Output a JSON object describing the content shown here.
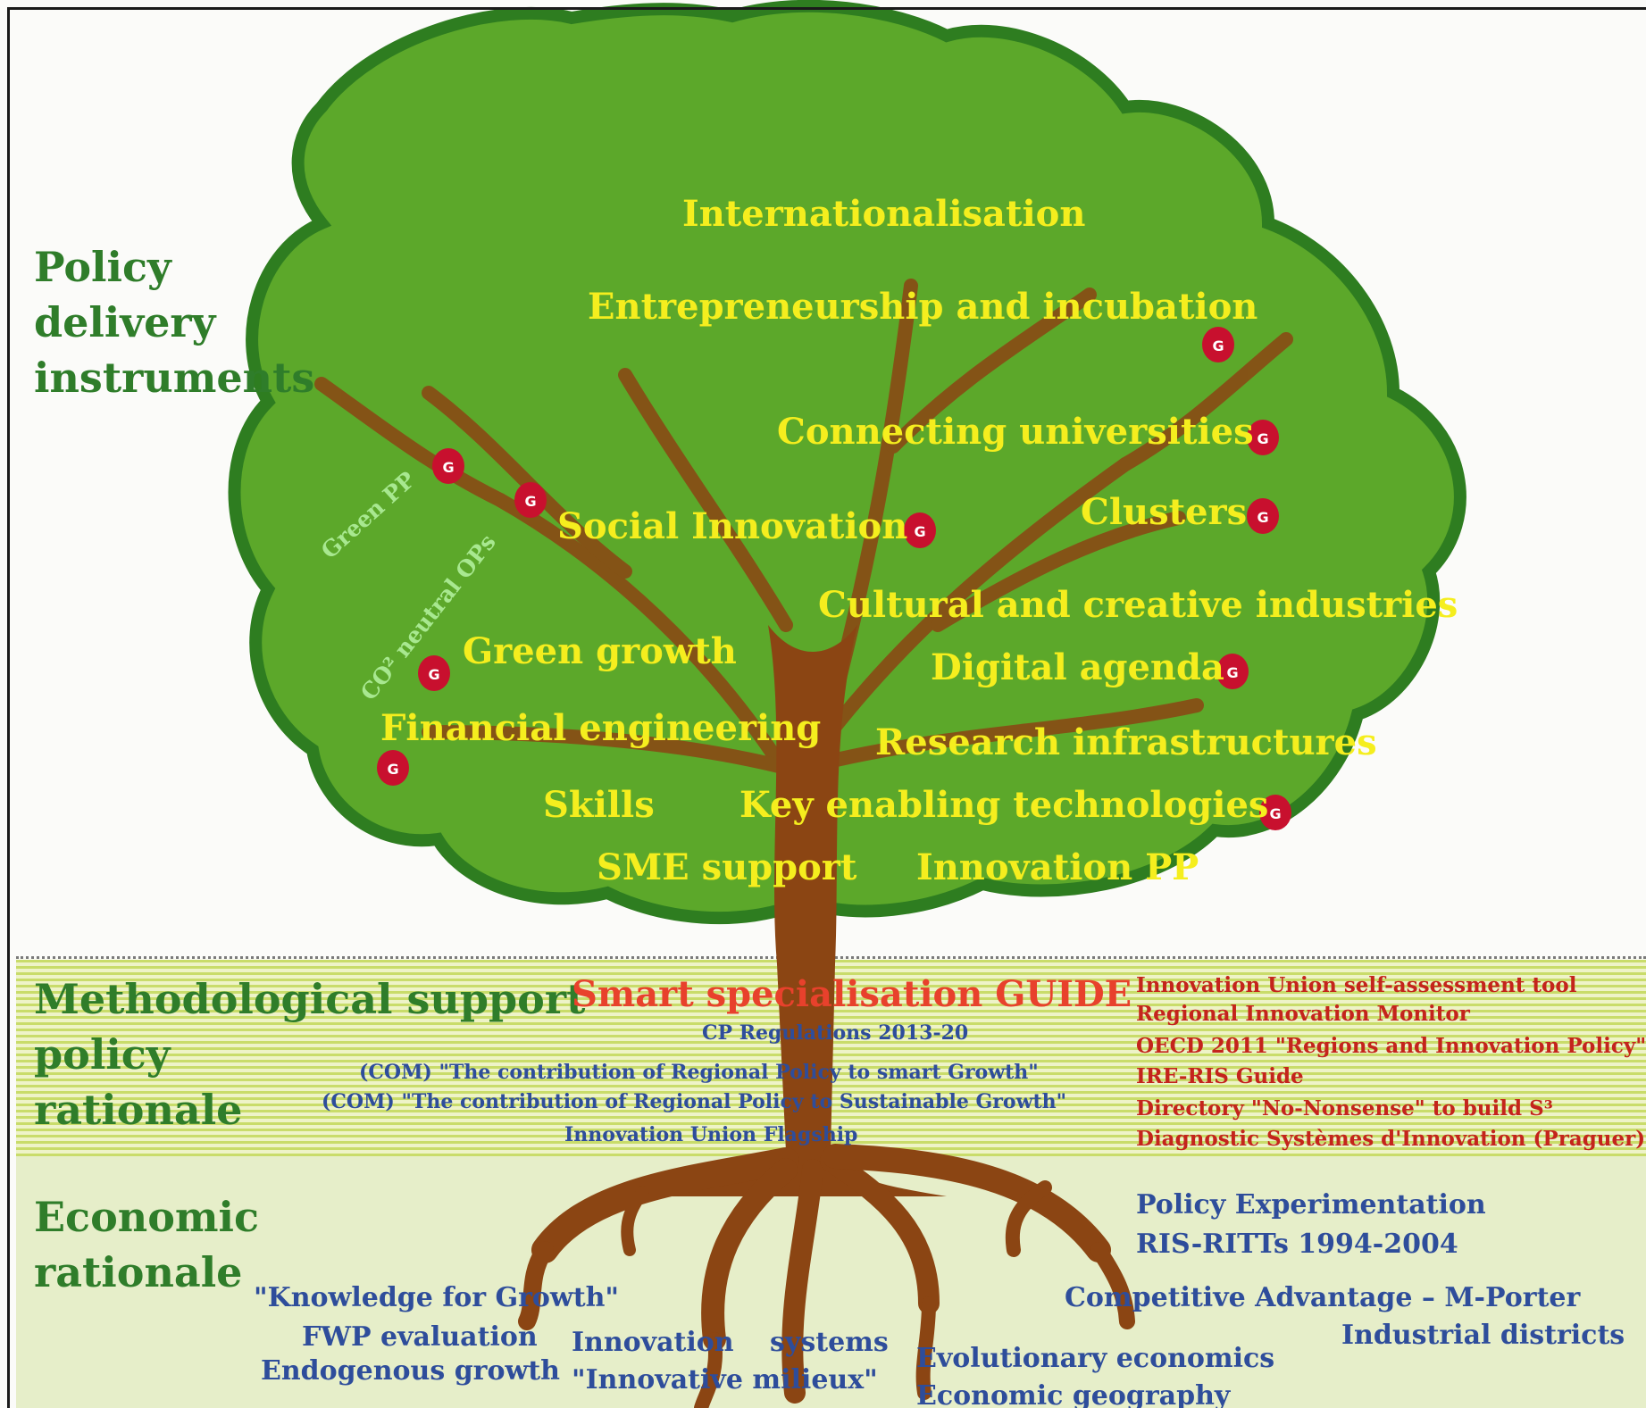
{
  "side_labels": {
    "policy_delivery": [
      "Policy",
      "delivery",
      "instruments"
    ],
    "methodological": [
      "Methodological support",
      "policy",
      "rationale"
    ],
    "economic": [
      "Economic",
      "rationale"
    ]
  },
  "leaves": {
    "internationalisation": "Internationalisation",
    "entrepreneurship": "Entrepreneurship and incubation",
    "connecting_universities": "Connecting universities",
    "clusters": "Clusters",
    "social_innovation": "Social Innovation",
    "cultural": "Cultural and creative industries",
    "green_growth": "Green growth",
    "digital_agenda": "Digital agenda",
    "financial_engineering": "Financial engineering",
    "research_infra": "Research infrastructures",
    "skills": "Skills",
    "key_enabling": "Key enabling technologies",
    "sme_support": "SME support",
    "innovation_pp": "Innovation PP"
  },
  "branch_labels": {
    "green_pp": "Green PP",
    "co2_neutral": "CO² neutral OPs"
  },
  "methodology": {
    "guide": "Smart specialisation GUIDE",
    "center": [
      "CP Regulations 2013-20",
      "(COM) \"The contribution of Regional Policy to smart Growth\"",
      "(COM) \"The contribution of Regional Policy  to Sustainable Growth\"",
      "Innovation Union Flagship"
    ],
    "right": [
      "Innovation Union self-assessment tool",
      "Regional Innovation Monitor",
      "OECD 2011 \"Regions and Innovation Policy\"",
      "IRE-RIS Guide",
      "Directory \"No-Nonsense\" to build S³",
      "Diagnostic Systèmes d'Innovation (Praguer)"
    ]
  },
  "roots": {
    "policy_experimentation": "Policy Experimentation",
    "ris_ritts": "RIS-RITTs 1994-2004",
    "knowledge_growth": "\"Knowledge for Growth\"",
    "competitive_advantage": "Competitive Advantage – M-Porter",
    "fwp": "FWP evaluation",
    "innovation": "Innovation",
    "systems": "systems",
    "industrial_districts": "Industrial districts",
    "endogenous": "Endogenous growth",
    "innovative_milieux": "\"Innovative milieux\"",
    "evolutionary": "Evolutionary economics",
    "economic_geography": "Economic geography"
  },
  "colors": {
    "foliage": "#5ca82a",
    "foliage_edge": "#2e7d20",
    "trunk": "#8b4513",
    "leaf_text": "#f5ee1e",
    "side_text": "#2f7d2a",
    "guide_text": "#e8412c",
    "blue_text": "#2e4d9b",
    "red_text": "#c4241c",
    "apple": "#c8102e"
  },
  "apple_icon_label": "G"
}
